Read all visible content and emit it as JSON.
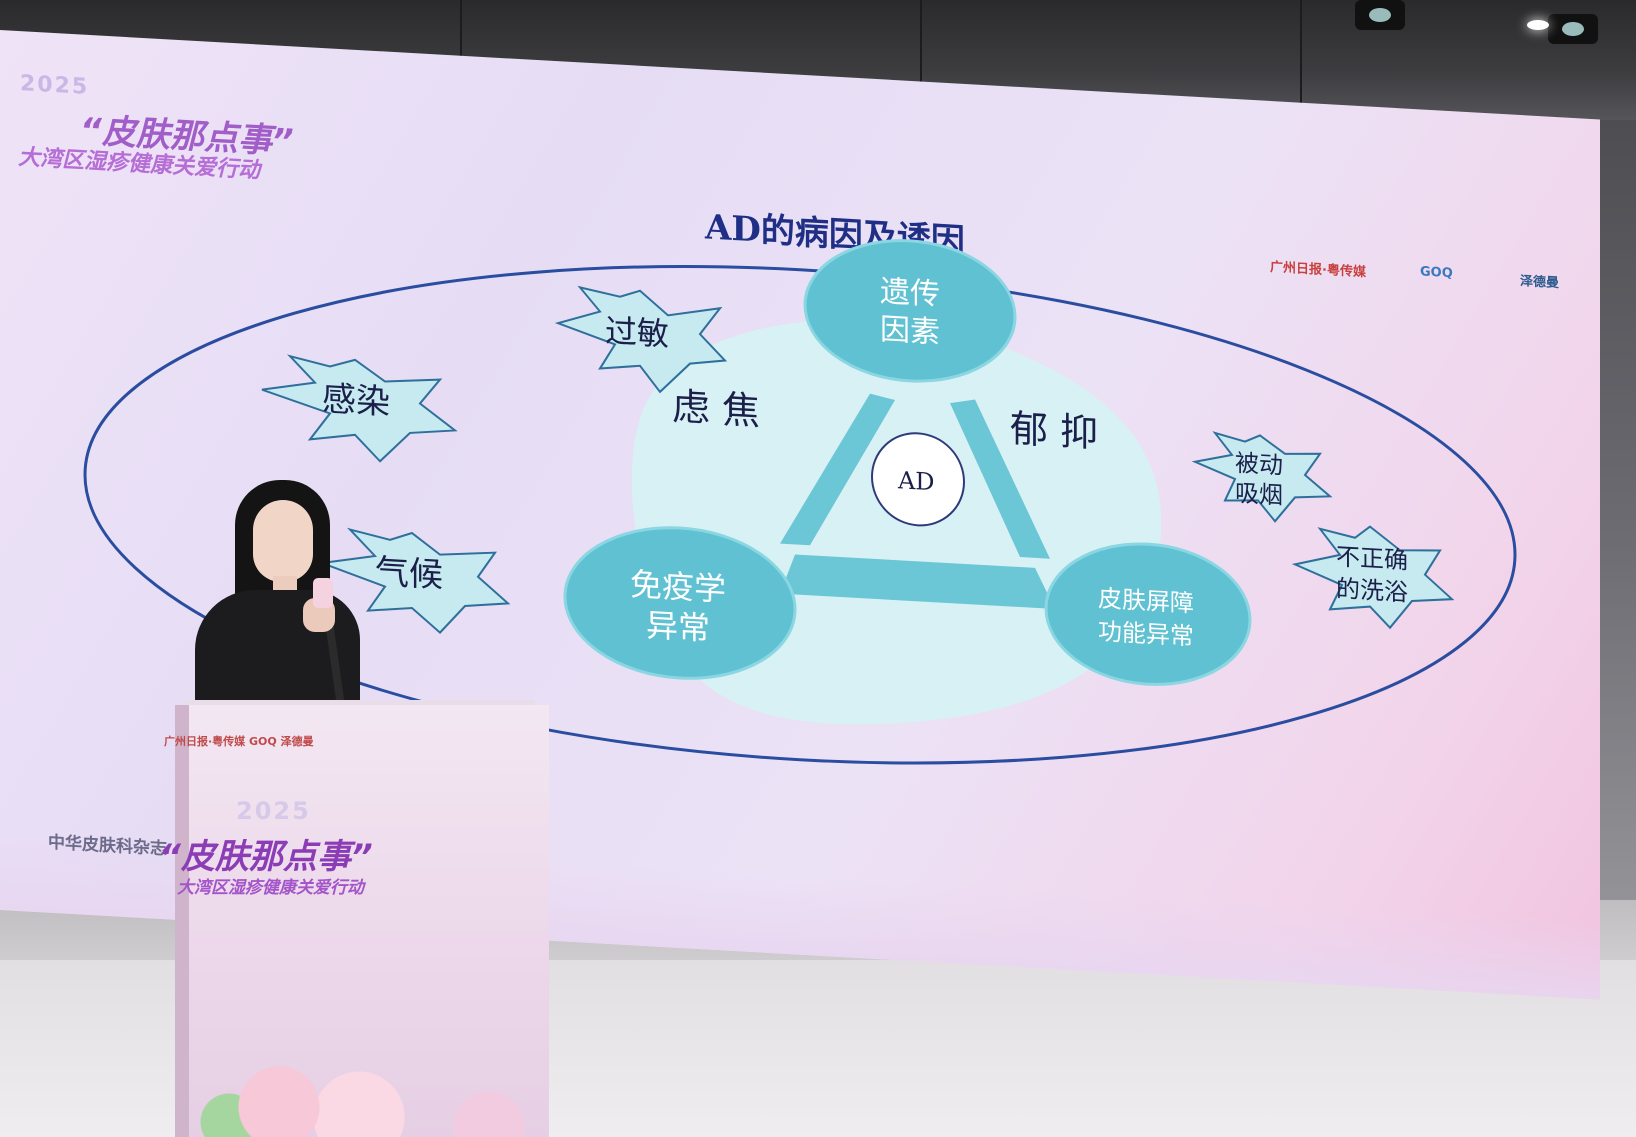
{
  "screen": {
    "brand_year": "2025",
    "brand_title": "“皮肤那点事”",
    "brand_subtitle": "大湾区湿疹健康关爱行动",
    "slide_title": "AD的病因及诱因",
    "logos": [
      "广州日报·粤传媒",
      "GOQ",
      "泽德曼"
    ],
    "footer": "中华皮肤科杂志"
  },
  "diagram": {
    "triggers": [
      "过敏",
      "感染",
      "气候"
    ],
    "triggers_right": [
      [
        "被动",
        "吸烟"
      ],
      [
        "不正确",
        "的洗浴"
      ]
    ],
    "causes": {
      "genetic": [
        "遗传",
        "因素"
      ],
      "immune": [
        "免疫学",
        "异常"
      ],
      "barrier": [
        "皮肤屏障",
        "功能异常"
      ]
    },
    "emotions": [
      "焦虑",
      "抑郁"
    ],
    "emotion_left": "虑 焦",
    "emotion_right": "郁 抑",
    "center": "AD"
  },
  "podium": {
    "logos": "广州日报·粤传媒   GOQ   泽德曼",
    "year": "2025",
    "title": "“皮肤那点事”",
    "subtitle": "大湾区湿疹健康关爱行动"
  }
}
